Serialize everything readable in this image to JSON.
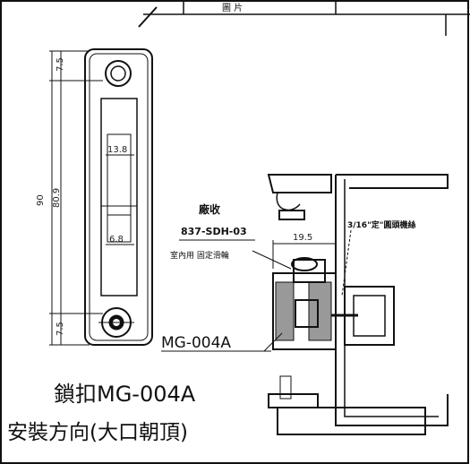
{
  "header": {
    "cell_text": "圖 片"
  },
  "dimensions": {
    "top_margin": "7.5",
    "inner_width": "13.8",
    "inner_small": "6.8",
    "total_height": "90",
    "center_height": "80.9",
    "bottom_margin": "7.5",
    "section_width": "19.5"
  },
  "labels": {
    "part_name": "廠收",
    "part_code": "837-SDH-03",
    "part_desc": "室內用 固定滑輪",
    "lock_code": "MG-004A",
    "screw_note": "3/16\"定\"圓頭機絲"
  },
  "caption": {
    "line1": "鎖扣MG-004A",
    "line2": "安裝方向(大口朝頂)"
  },
  "colors": {
    "ink": "#111111",
    "paper": "#ffffff"
  }
}
